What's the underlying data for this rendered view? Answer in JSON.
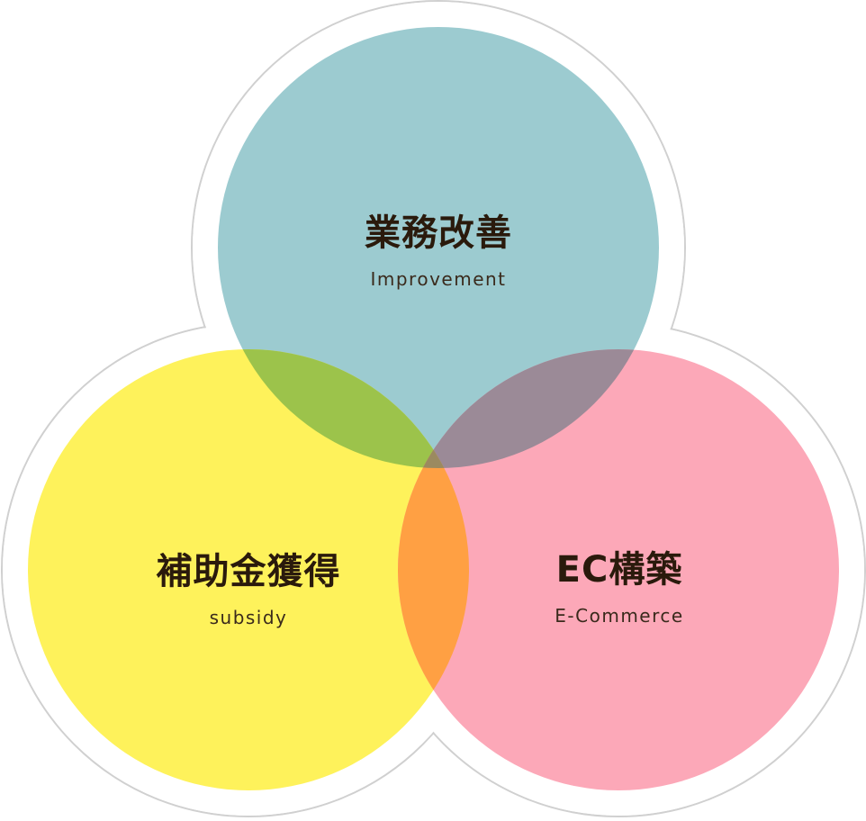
{
  "circles": [
    {
      "id": "improvement",
      "title": "業務改善",
      "subtitle": "Improvement",
      "color": "#9ccbd0"
    },
    {
      "id": "subsidy",
      "title": "補助金獲得",
      "subtitle": "subsidy",
      "color": "#fef25b"
    },
    {
      "id": "ecommerce",
      "title": "EC構築",
      "subtitle": "E-Commerce",
      "color": "#fca8b8"
    }
  ],
  "overlaps": {
    "improvement_subsidy": "#9cc34b",
    "improvement_ecommerce": "#9b8a97",
    "subsidy_ecommerce": "#ffa043",
    "all": "#9b8a60"
  },
  "outline_color": "#d0d0d0"
}
